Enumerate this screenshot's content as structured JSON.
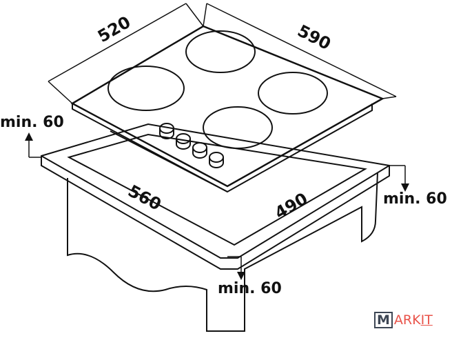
{
  "dimensions": {
    "hob_depth": "520",
    "hob_width": "590",
    "cutout_width": "560",
    "cutout_depth": "490"
  },
  "clearances": {
    "left": "min. 60",
    "right": "min. 60",
    "front": "min. 60"
  },
  "watermark": {
    "boxed_letter": "M",
    "rest": "ARK",
    "underlined": "IT"
  }
}
